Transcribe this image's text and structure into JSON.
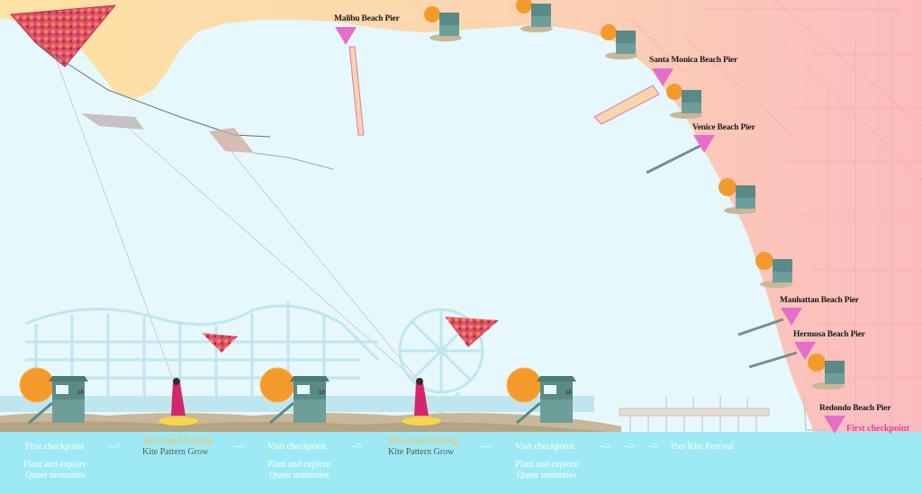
{
  "piers": [
    {
      "id": "malibu",
      "label": "Malibu Beach Pier"
    },
    {
      "id": "santa-monica",
      "label": "Santa Monica Beach Pier"
    },
    {
      "id": "venice",
      "label": "Venice Beach Pier"
    },
    {
      "id": "manhattan",
      "label": "Manhattan Beach Pier"
    },
    {
      "id": "hermosa",
      "label": "Hermosa Beach Pier"
    },
    {
      "id": "redondo",
      "label": "Redondo Beach Pier"
    }
  ],
  "first_checkpoint_label": "First checkpoint",
  "timeline": {
    "step1_title": "First checkpoint",
    "step1_sub1": "Plant and explore",
    "step1_sub2": "Queer memories",
    "arrow": "-->",
    "step2_title": "Kite Sand Surfing",
    "step2_sub": "Kite Pattern Grow",
    "step3_title": "Visit checkpoint",
    "step3_sub1": "Plant and explore",
    "step3_sub2": "Queer memories",
    "step4_title": "Kite Sand Surfing",
    "step4_sub": "Kite Pattern Grow",
    "step5_title": "Visit checkpoint",
    "step5_sub1": "Plant and explore",
    "step5_sub2": "Queer memories",
    "step6_title": "Pier Kite Festival"
  },
  "lifeguard_tower_number": "18",
  "colors": {
    "sea": "#e6f8fc",
    "land_warm": "#fcd9a8",
    "land_pink": "#fbc6c6",
    "marker": "#e66ecb",
    "sun": "#f39a2d",
    "tower": "#5a8a86",
    "sand": "#c9b79a",
    "ride_silhouette": "#bfe6ee",
    "bottom_band": "#9eeaf4"
  }
}
